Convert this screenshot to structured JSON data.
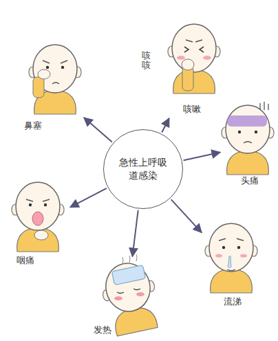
{
  "diagram": {
    "nodes": [
      {
        "text": [
          "急性上呼吸道感染"
        ]
      },
      {
        "text": [
          "咳嗽"
        ]
      },
      {
        "text": [
          "头痛"
        ]
      },
      {
        "text": [
          "流涕"
        ]
      },
      {
        "text": [
          "发热"
        ]
      },
      {
        "text": [
          "咽痛"
        ]
      },
      {
        "text": [
          "鼻塞"
        ]
      }
    ],
    "edges": [
      {
        "from": 0,
        "to": 1,
        "arrow": "to"
      },
      {
        "from": 0,
        "to": 2,
        "arrow": "to"
      },
      {
        "from": 0,
        "to": 3,
        "arrow": "to"
      },
      {
        "from": 0,
        "to": 4,
        "arrow": "to"
      },
      {
        "from": 0,
        "to": 5,
        "arrow": "to"
      },
      {
        "from": 0,
        "to": 6,
        "arrow": "to"
      }
    ],
    "labels": [
      "咳咳"
    ]
  }
}
